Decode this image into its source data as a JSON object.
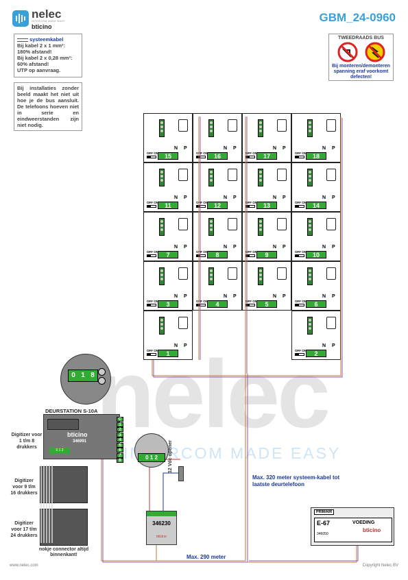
{
  "header": {
    "brand": "nelec",
    "brand_tagline": "INTERCOM MADE EASY",
    "sub_brand": "bticino",
    "doc_code": "GBM_24-0960"
  },
  "note_cable": {
    "title": "systeemkabel",
    "lines": [
      "Bij kabel 2 x 1 mm²:",
      "180% afstand!",
      "Bij kabel 2 x 0,28 mm²:",
      "60% afstand!",
      "UTP op aanvraag."
    ]
  },
  "note_install": "Bij installaties zonder beeld maakt het niet uit hoe je de bus aansluit. De telefoons hoeven niet in serie en eindweerstanden zijn niet nodig.",
  "warning": {
    "title": "TWEEDRAADS BUS",
    "text": "Bij monteren/demonteren spanning eraf voorkomt defecten!"
  },
  "units": {
    "n_label": "N",
    "p_label": "P",
    "off_on": "OFF ON",
    "rows": [
      [
        "15",
        "16",
        "17",
        "18"
      ],
      [
        "11",
        "12",
        "13",
        "14"
      ],
      [
        "7",
        "8",
        "9",
        "10"
      ],
      [
        "3",
        "4",
        "5",
        "6"
      ],
      [
        "1",
        "",
        "",
        "2"
      ]
    ]
  },
  "station": {
    "title": "DEURSTATION S-10A",
    "brand": "bticino",
    "model": "346991",
    "zoom_digits": [
      "0",
      "1",
      "8"
    ],
    "terminals": [
      "C",
      "1",
      "2",
      "3",
      "4",
      "5",
      "6",
      "7",
      "8"
    ],
    "small_digits": "0 1 2"
  },
  "digitizers": [
    {
      "label": "Digitizer voor 1 t/m 8 drukkers"
    },
    {
      "label": "Digitizer voor 9 t/m 16 drukkers"
    },
    {
      "label": "Digitizer voor 17 t/m 24 drukkers"
    }
  ],
  "notch_note": "nokje connector altijd binnenkant!",
  "interface": {
    "model": "346230",
    "brand": "bticino",
    "opener": "12 Vdc opener"
  },
  "power": {
    "primary": "PRIMAIR",
    "model": "E-67",
    "label": "VOEDING",
    "brand": "bticino",
    "code": "346050"
  },
  "dist_system": "Max. 320 meter systeem-kabel tot laatste deurtelefoon",
  "dist_290": "Max. 290 meter",
  "footer": {
    "left": "www.nelec.com",
    "right": "Copyright Nelec BV"
  },
  "watermark": {
    "word": "nelec",
    "tagline": "INTERCOM MADE EASY"
  },
  "colors": {
    "brand_blue": "#3aa0d8",
    "green": "#2a8a2a",
    "wire_red": "#c03030",
    "wire_orange": "#c87a2a"
  }
}
